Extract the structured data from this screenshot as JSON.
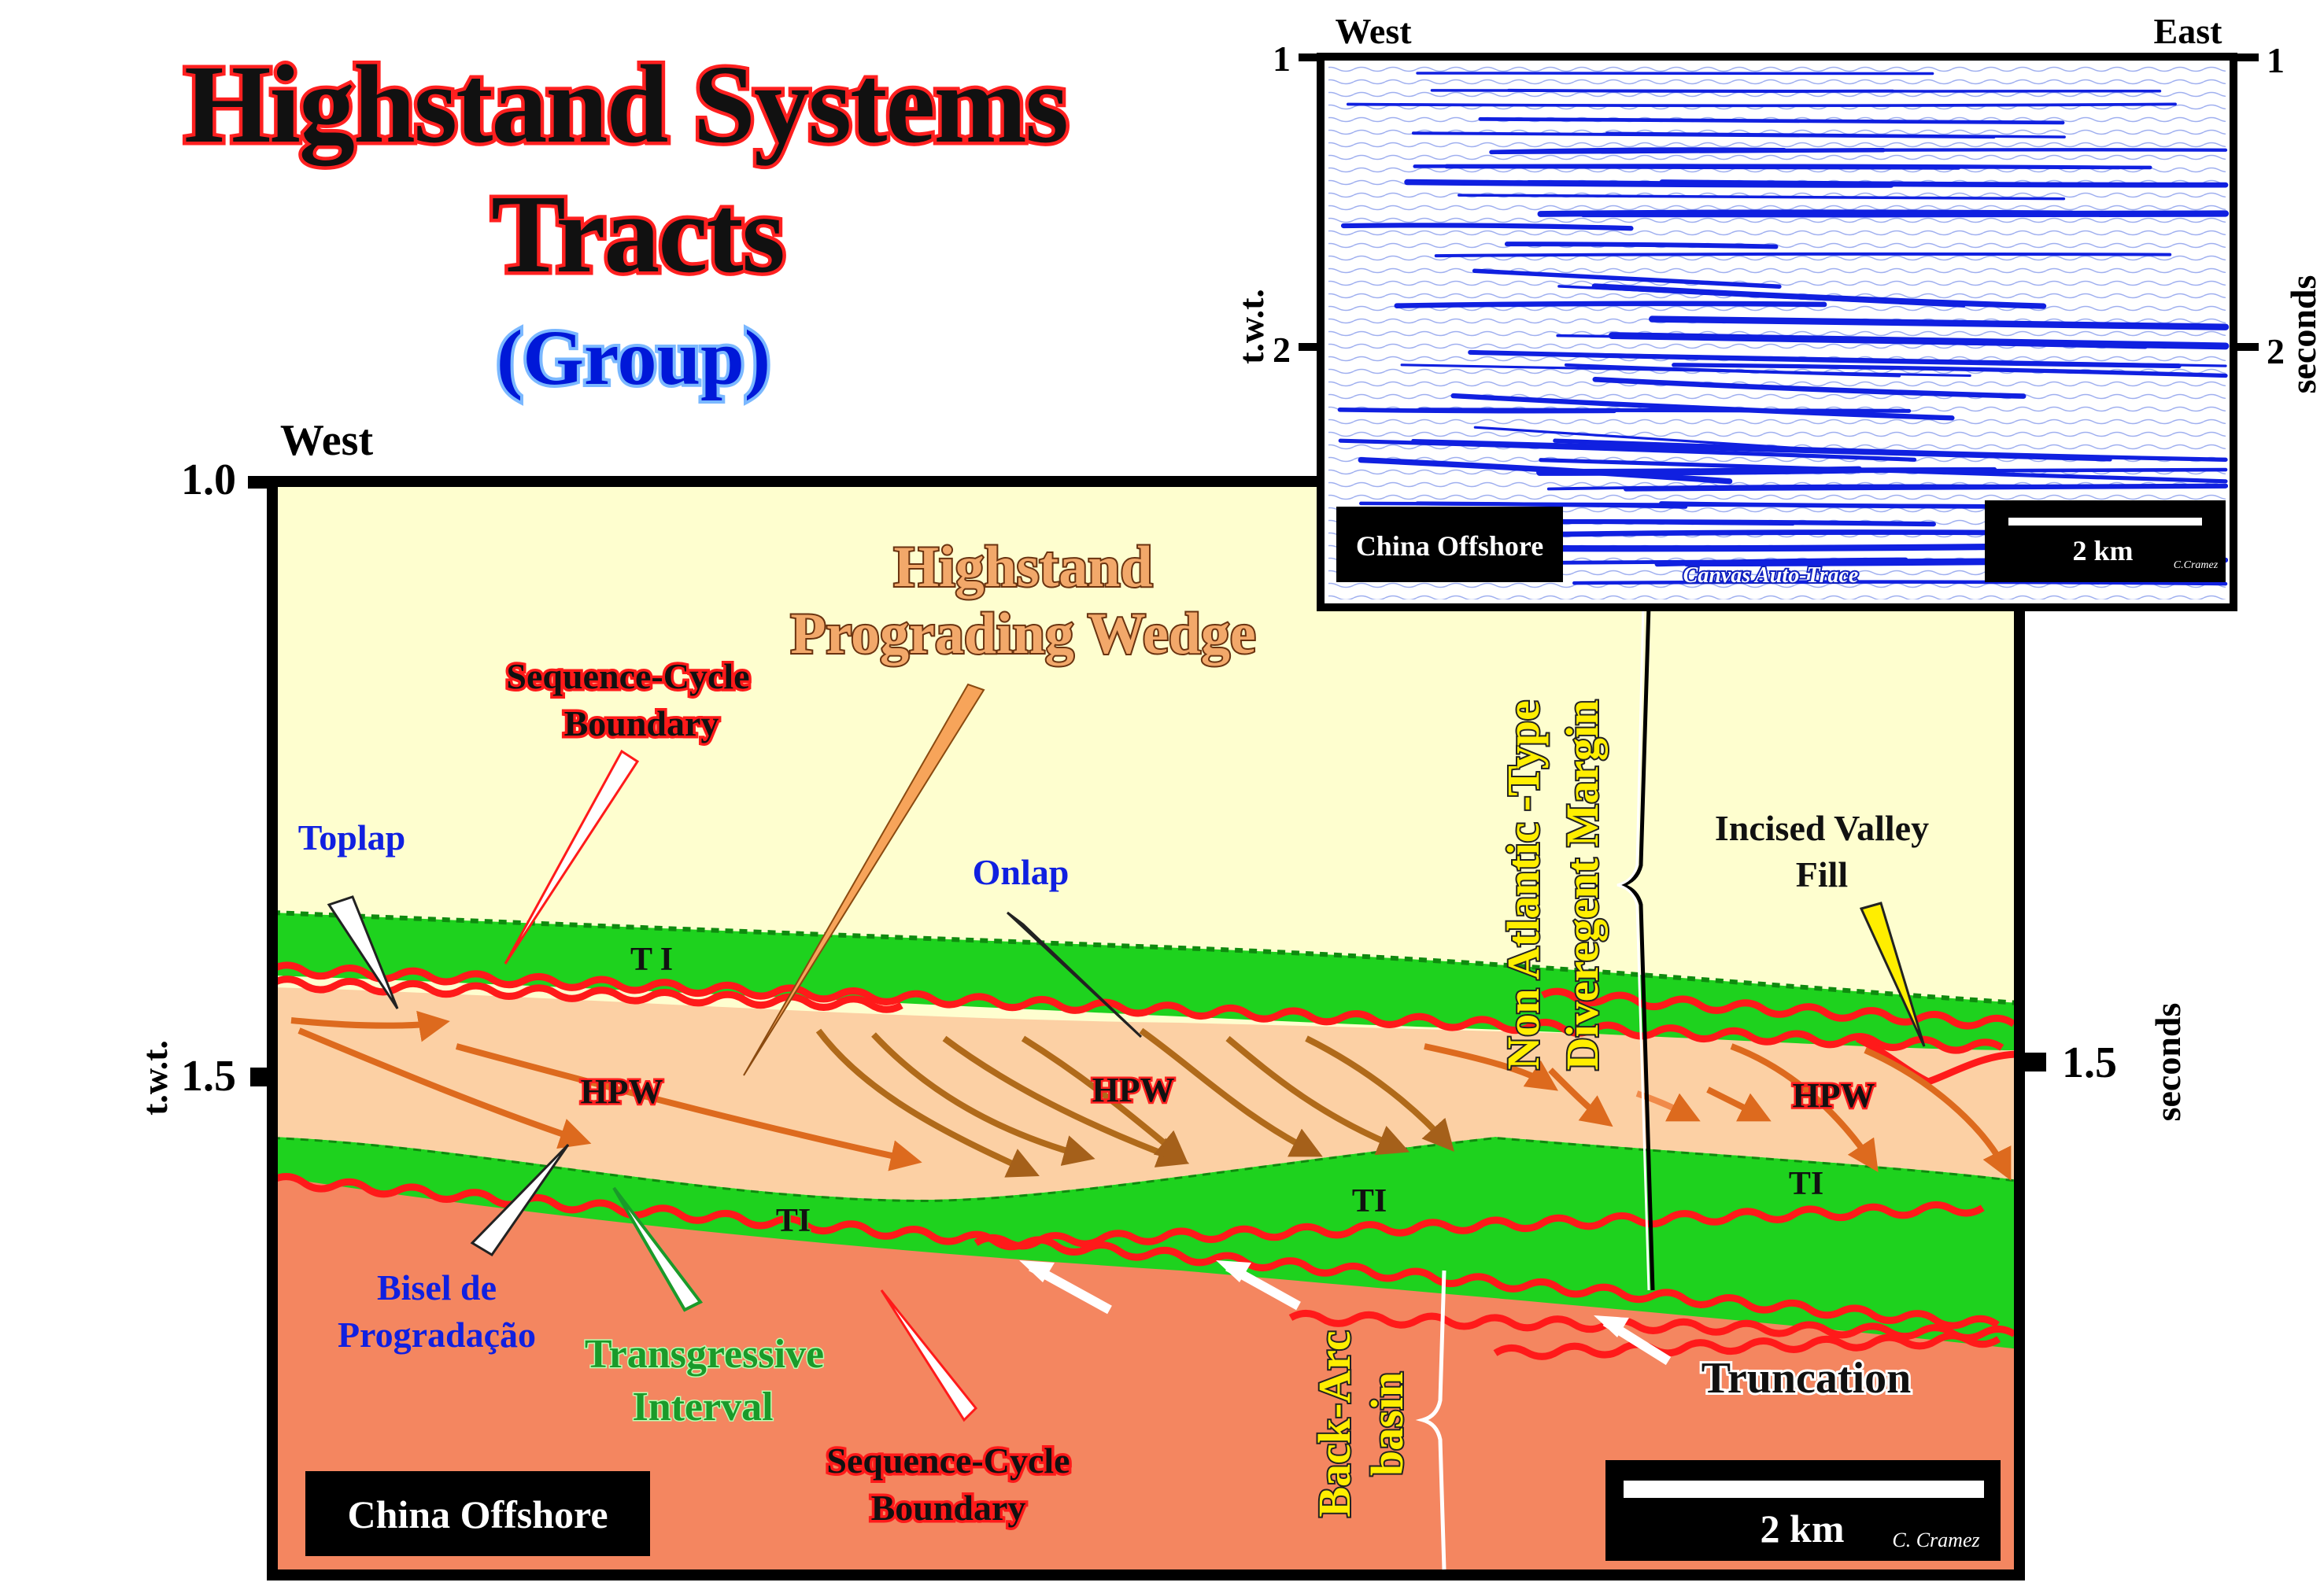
{
  "title": {
    "line1": "Highstand Systems",
    "line2": "Tracts",
    "line3": "(Group)"
  },
  "main_diagram": {
    "west_label": "West",
    "y_axis_title": "t.w.t.",
    "y_axis_unit": "seconds",
    "tick_top": "1.0",
    "tick_mid_left": "1.5",
    "tick_mid_right": "1.5",
    "labels": {
      "highstand_wedge_1": "Highstand",
      "highstand_wedge_2": "Prograding Wedge",
      "seq_boundary_top_1": "Sequence-Cycle",
      "seq_boundary_top_2": "Boundary",
      "toplap": "Toplap",
      "onlap": "Onlap",
      "ti_upper": "T I",
      "ti_lower_left": "TI",
      "ti_lower_mid": "TI",
      "ti_lower_right": "TI",
      "hpw_1": "HPW",
      "hpw_2": "HPW",
      "hpw_3": "HPW",
      "bisel_1": "Bisel de",
      "bisel_2": "Progradação",
      "transgressive_1": "Transgressive",
      "transgressive_2": "Interval",
      "seq_boundary_bot_1": "Sequence-Cycle",
      "seq_boundary_bot_2": "Boundary",
      "margin_1": "Non Atlantic -Type",
      "margin_2": "Diveregent Margin",
      "back_arc_1": "Back-Arc",
      "back_arc_2": "basin",
      "incised_1": "Incised Valley",
      "incised_2": "Fill",
      "truncation": "Truncation",
      "location": "China Offshore",
      "scale": "2 km",
      "credit": "C. Cramez"
    },
    "colors": {
      "sky": "#fefecf",
      "wedge": "#fcd0a4",
      "basement": "#f48660",
      "green": "#1ed21e",
      "boundary": "#ff1a1a",
      "clinoform": "#b06a1a",
      "arrow_orange": "#dd6a1e"
    }
  },
  "seismic_inset": {
    "west_label": "West",
    "east_label": "East",
    "y_axis_title": "t.w.t.",
    "y_axis_unit": "seconds",
    "tick_1_left": "1",
    "tick_2_left": "2",
    "tick_1_right": "1",
    "tick_2_right": "2",
    "location": "China Offshore",
    "scale": "2 km",
    "software": "Canvas Auto-Trace",
    "credit": "C.Cramez",
    "trace_color": "#1020e0"
  }
}
